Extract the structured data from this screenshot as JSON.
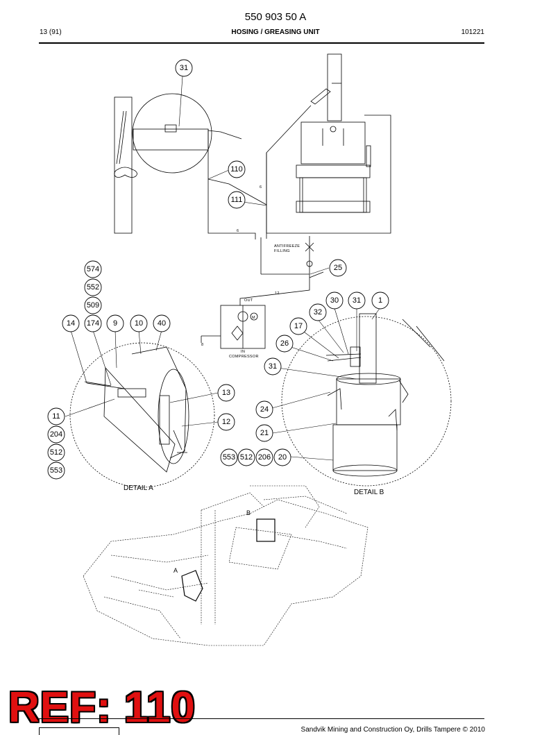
{
  "header": {
    "doc_number": "550 903 50 A",
    "page": "13 (91)",
    "title": "HOSING / GREASING UNIT",
    "date_code": "101221"
  },
  "callouts": {
    "top": [
      "31",
      "110",
      "111",
      "25"
    ],
    "detail_a": [
      "574",
      "552",
      "509",
      "14",
      "174",
      "9",
      "10",
      "40",
      "11",
      "204",
      "512",
      "553",
      "13",
      "12"
    ],
    "detail_b": [
      "30",
      "31",
      "1",
      "32",
      "17",
      "26",
      "31",
      "24",
      "21",
      "553",
      "512",
      "206",
      "20"
    ]
  },
  "schematic": {
    "antifreeze": "ANTIFREEZE",
    "filling": "FILLING",
    "out": "OUT",
    "in": "IN",
    "compressor": "COMPRESSOR",
    "motor": "M",
    "line_6a": "6",
    "line_6b": "6",
    "line_12": "12",
    "line_8": "8"
  },
  "detail_labels": {
    "a": "DETAIL A",
    "b": "DETAIL B",
    "view_a": "A",
    "view_b": "B"
  },
  "watermark": "REF: 110",
  "footer": {
    "copyright": "Sandvik Mining and Construction Oy, Drills Tampere © 2010"
  }
}
